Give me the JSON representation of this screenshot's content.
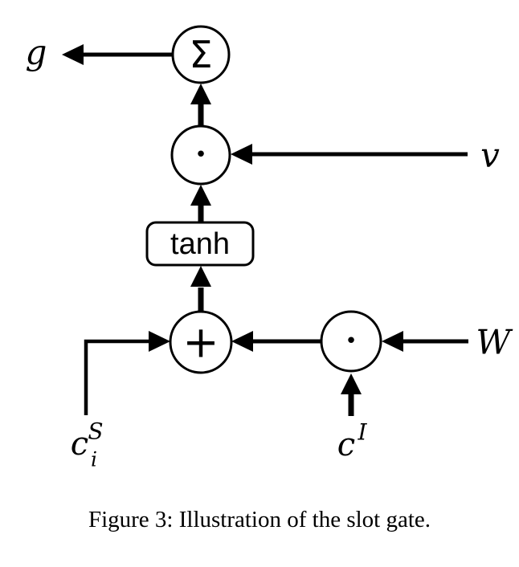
{
  "figure": {
    "caption": "Figure 3: Illustration of the slot gate.",
    "operators": {
      "sum": "Σ",
      "elementwise_dot": "•",
      "add": "+",
      "tanh": "tanh",
      "weight_dot": "•"
    },
    "labels": {
      "gate_output": "g",
      "vector_v": "v",
      "weight_W": "W",
      "slot_context": {
        "base": "c",
        "sub": "i",
        "sup": "S"
      },
      "intent_context": {
        "base": "c",
        "sup": "I"
      }
    },
    "colors": {
      "stroke": "#000000",
      "background": "#ffffff"
    }
  }
}
